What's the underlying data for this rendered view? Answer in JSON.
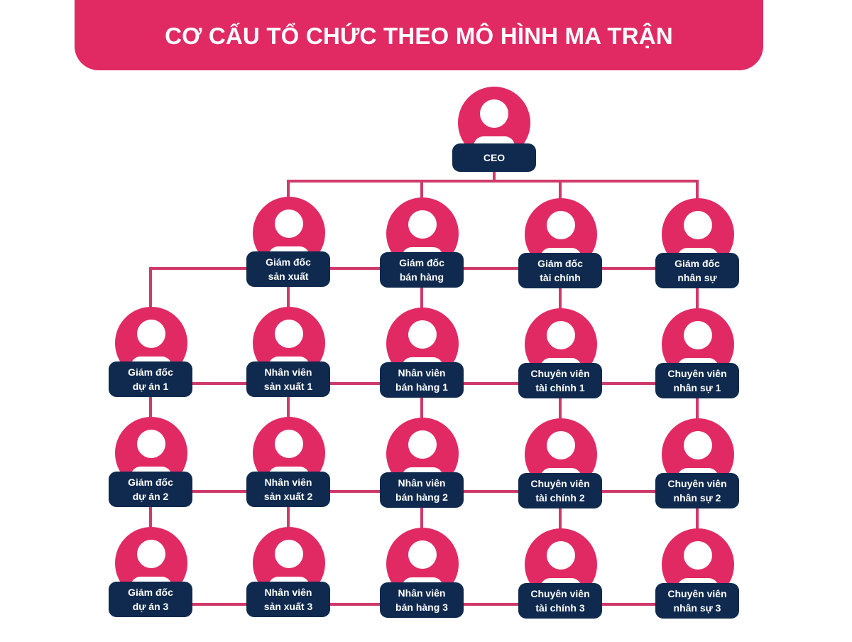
{
  "header": {
    "title": "CƠ CẤU TỔ CHỨC THEO MÔ HÌNH MA TRẬN"
  },
  "colors": {
    "accent_pink": "#e12a63",
    "label_navy": "#0f2a4e",
    "connector": "#cf3a6a",
    "background": "#ffffff"
  },
  "ceo": {
    "label": "CEO"
  },
  "directors": [
    {
      "line1": "Giám đốc",
      "line2": "sản xuất"
    },
    {
      "line1": "Giám đốc",
      "line2": "bán hàng"
    },
    {
      "line1": "Giám đốc",
      "line2": "tài chính"
    },
    {
      "line1": "Giám đốc",
      "line2": "nhân sự"
    }
  ],
  "rows": [
    [
      {
        "line1": "Giám đốc",
        "line2": "dự án 1"
      },
      {
        "line1": "Nhân viên",
        "line2": "sản xuất 1"
      },
      {
        "line1": "Nhân viên",
        "line2": "bán hàng 1"
      },
      {
        "line1": "Chuyên viên",
        "line2": "tài chính 1"
      },
      {
        "line1": "Chuyên viên",
        "line2": "nhân sự 1"
      }
    ],
    [
      {
        "line1": "Giám đốc",
        "line2": "dự án 2"
      },
      {
        "line1": "Nhân viên",
        "line2": "sản xuất 2"
      },
      {
        "line1": "Nhân viên",
        "line2": "bán hàng 2"
      },
      {
        "line1": "Chuyên viên",
        "line2": "tài chính 2"
      },
      {
        "line1": "Chuyên viên",
        "line2": "nhân sự 2"
      }
    ],
    [
      {
        "line1": "Giám đốc",
        "line2": "dự án 3"
      },
      {
        "line1": "Nhân viên",
        "line2": "sản xuất 3"
      },
      {
        "line1": "Nhân viên",
        "line2": "bán hàng 3"
      },
      {
        "line1": "Chuyên viên",
        "line2": "tài chính 3"
      },
      {
        "line1": "Chuyên viên",
        "line2": "nhân sự 3"
      }
    ]
  ]
}
